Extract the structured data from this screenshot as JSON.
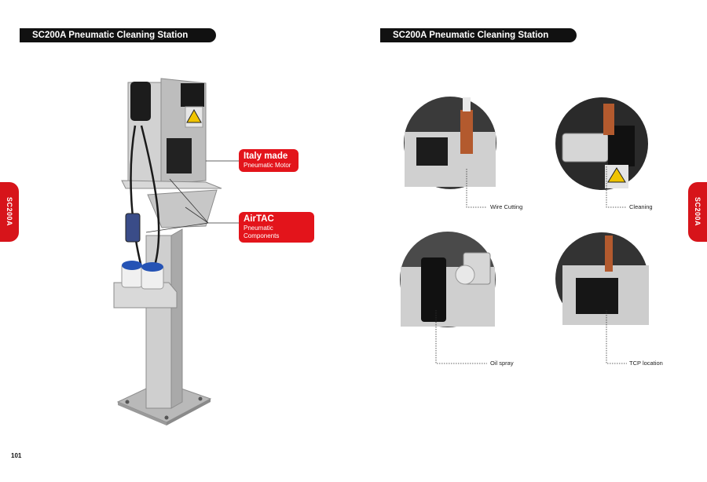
{
  "left_page": {
    "header": "SC200A Pneumatic Cleaning Station",
    "side_tab": "SC200A",
    "page_number": "101",
    "callouts": [
      {
        "title": "Italy made",
        "subtitle": "Pneumatic Motor"
      },
      {
        "title": "AirTAC",
        "subtitle": "Pneumatic Components"
      }
    ]
  },
  "right_page": {
    "header": "SC200A Pneumatic Cleaning Station",
    "side_tab": "SC200A",
    "details": [
      {
        "label": "Wire Cutting"
      },
      {
        "label": "Cleaning"
      },
      {
        "label": "Oil spray"
      },
      {
        "label": "TCP location"
      }
    ]
  },
  "colors": {
    "accent": "#e3141b",
    "banner": "#111111",
    "machine": "#c9c9c9"
  }
}
